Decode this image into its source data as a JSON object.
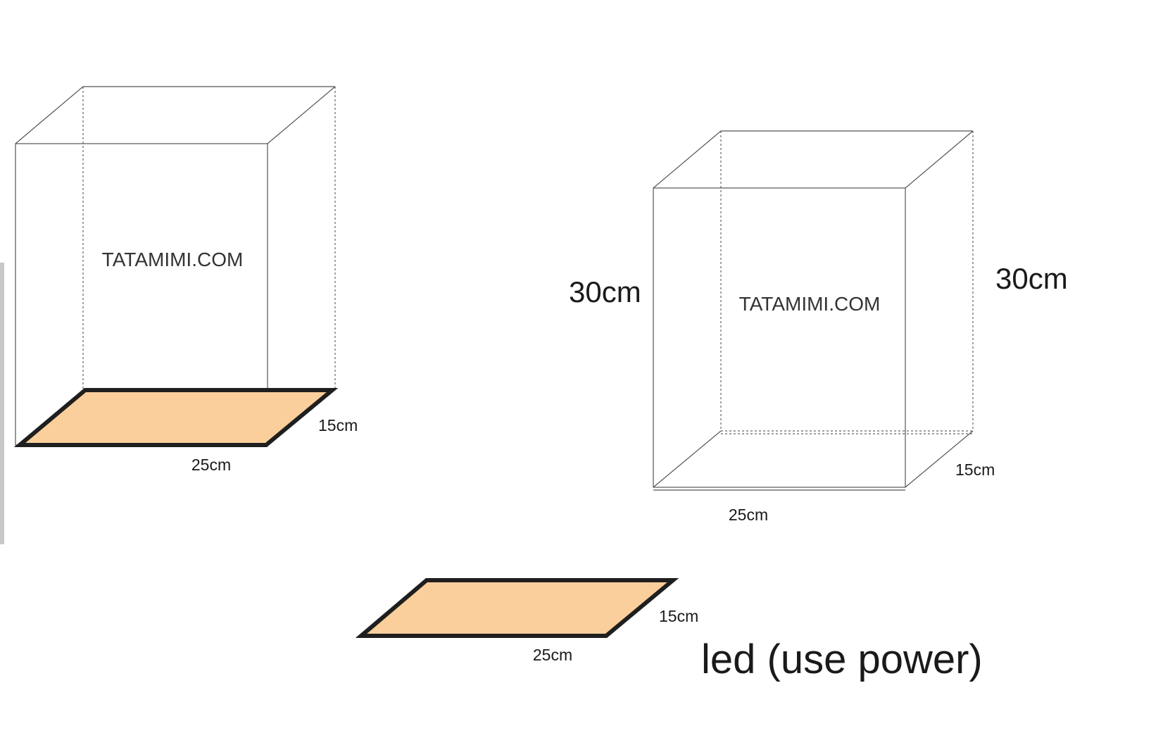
{
  "colors": {
    "led_fill": "#fbcf9c",
    "led_border": "#1f1f1f",
    "edge": "#555555",
    "side_bar": "#c8c8c8"
  },
  "left_box": {
    "brand": "TATAMIMI.COM",
    "width_label": "25cm",
    "depth_label": "15cm"
  },
  "right_box": {
    "brand": "TATAMIMI.COM",
    "height_label_left": "30cm",
    "height_label_right": "30cm",
    "width_label": "25cm",
    "depth_label": "15cm"
  },
  "led_panel": {
    "width_label": "25cm",
    "depth_label": "15cm",
    "caption": "led (use power)"
  }
}
